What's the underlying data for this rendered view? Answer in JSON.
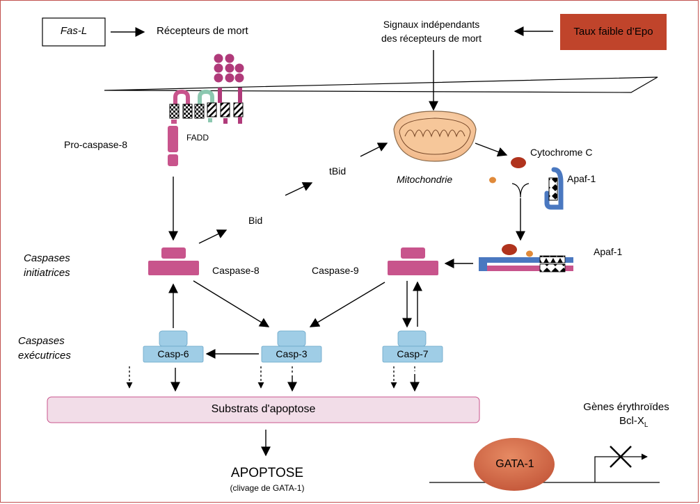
{
  "labels": {
    "fasl": "Fas-L",
    "death_receptors": "Récepteurs de mort",
    "signals_line1": "Signaux indépendants",
    "signals_line2": "des récepteurs de mort",
    "low_epo": "Taux faible d’Epo",
    "fadd": "FADD",
    "pro_caspase8": "Pro-caspase-8",
    "tbid": "tBid",
    "mitochondria": "Mitochondrie",
    "cytochrome_c": "Cytochrome C",
    "apaf1_top": "Apaf-1",
    "bid": "Bid",
    "apaf1_complex": "Apaf-1",
    "caspase8": "Caspase-8",
    "caspase9": "Caspase-9",
    "initiator_line1": "Caspases",
    "initiator_line2": "initiatrices",
    "executor_line1": "Caspases",
    "executor_line2": "exécutrices",
    "casp6": "Casp-6",
    "casp3": "Casp-3",
    "casp7": "Casp-7",
    "substrates": "Substrats d'apoptose",
    "apoptose": "APOPTOSE",
    "apoptose_note": "(clivage de GATA-1)",
    "erythroid_genes": "Gènes érythroïdes",
    "bclxl_main": "Bcl-X",
    "bclxl_sub": "L",
    "gata1": "GATA-1"
  },
  "colors": {
    "frame": "#c0504d",
    "epo_box": "#c0442b",
    "caspase_initiator": "#c8548c",
    "caspase_executor": "#9fcde6",
    "substrate_bar": "#f2dde8",
    "gata1": "#d36a4b",
    "apaf1_blue": "#4a78c0",
    "cytochrome": "#b0331d",
    "small_dot": "#e08a3a",
    "receptor_dot": "#b03a7a",
    "fadd_green": "#8cc8b0"
  }
}
